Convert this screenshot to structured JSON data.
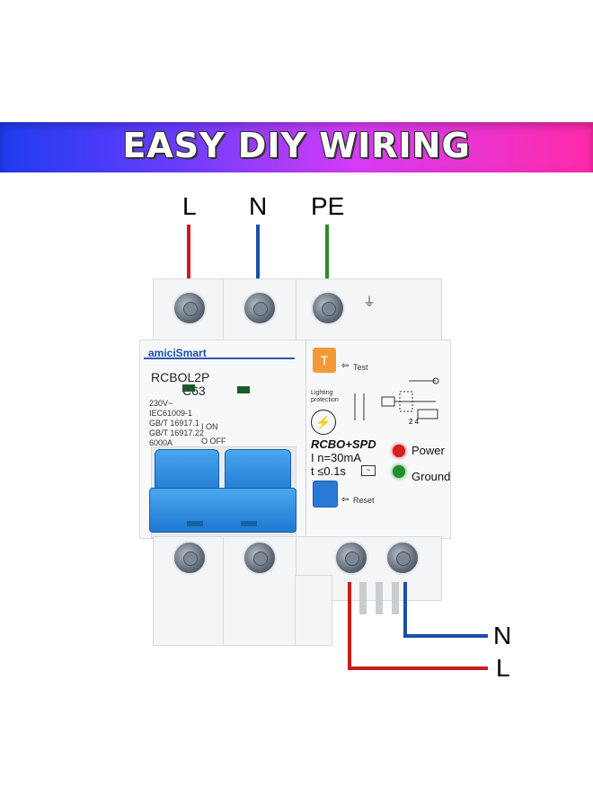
{
  "banner": {
    "title": "EASY DIY WIRING"
  },
  "inputs": {
    "l": "L",
    "n": "N",
    "pe": "PE"
  },
  "outputs": {
    "n": "N",
    "l": "L"
  },
  "device": {
    "brand": "amiciSmart",
    "model": "RCBOL2P",
    "rating": "C63",
    "specs": [
      "230V~",
      "IEC61009-1",
      "GB/T 16917.1",
      "GB/T 16917.22",
      "6000A"
    ],
    "on_label": "I ON",
    "off_label": "O OFF",
    "test_label": "Test",
    "reset_label": "Reset",
    "lighting_label": "Lighting protection",
    "rcbo_label": "RCBO+SPD",
    "in_label": "I  n=30mA",
    "t_label": "t  ≤0.1s",
    "power_label": "Power",
    "ground_label": "Ground",
    "power_color": "#d42020",
    "ground_color": "#1f8f2a"
  }
}
